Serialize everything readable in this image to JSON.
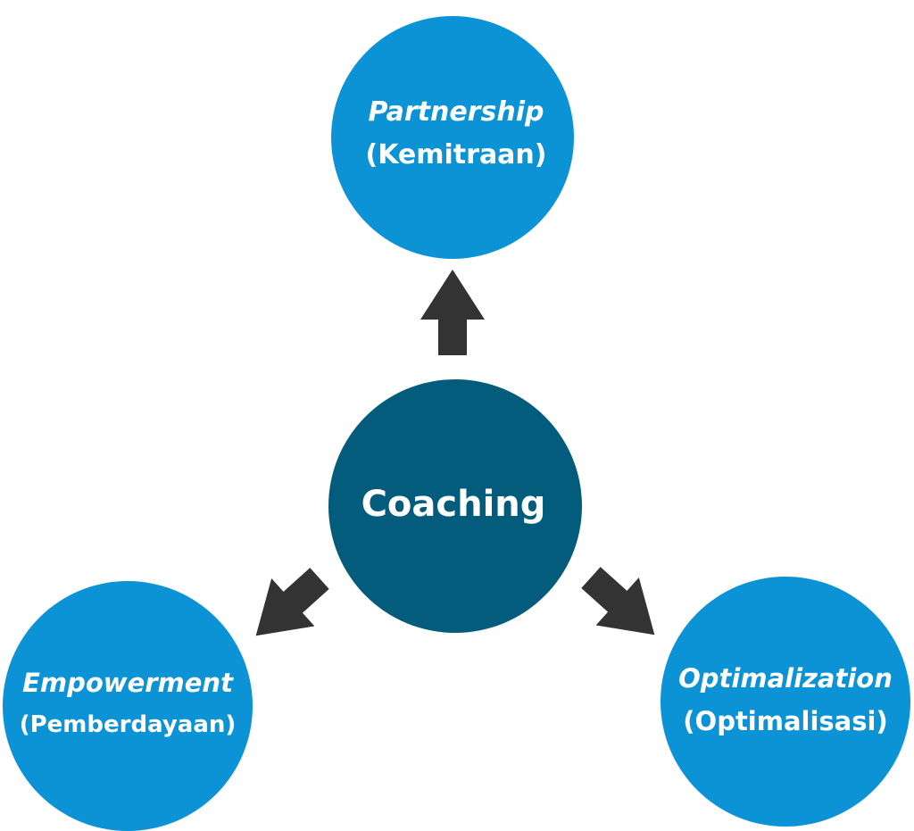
{
  "center": {
    "label": "Coaching",
    "color": "#045c7c"
  },
  "outer_color": "#0b93d5",
  "arrow_color": "#333333",
  "nodes": [
    {
      "id": "partnership",
      "term": "Partnership",
      "translation": "(Kemitraan)"
    },
    {
      "id": "empowerment",
      "term": "Empowerment",
      "translation": "(Pemberdayaan)"
    },
    {
      "id": "optimalization",
      "term": "Optimalization",
      "translation": "(Optimalisasi)"
    }
  ]
}
